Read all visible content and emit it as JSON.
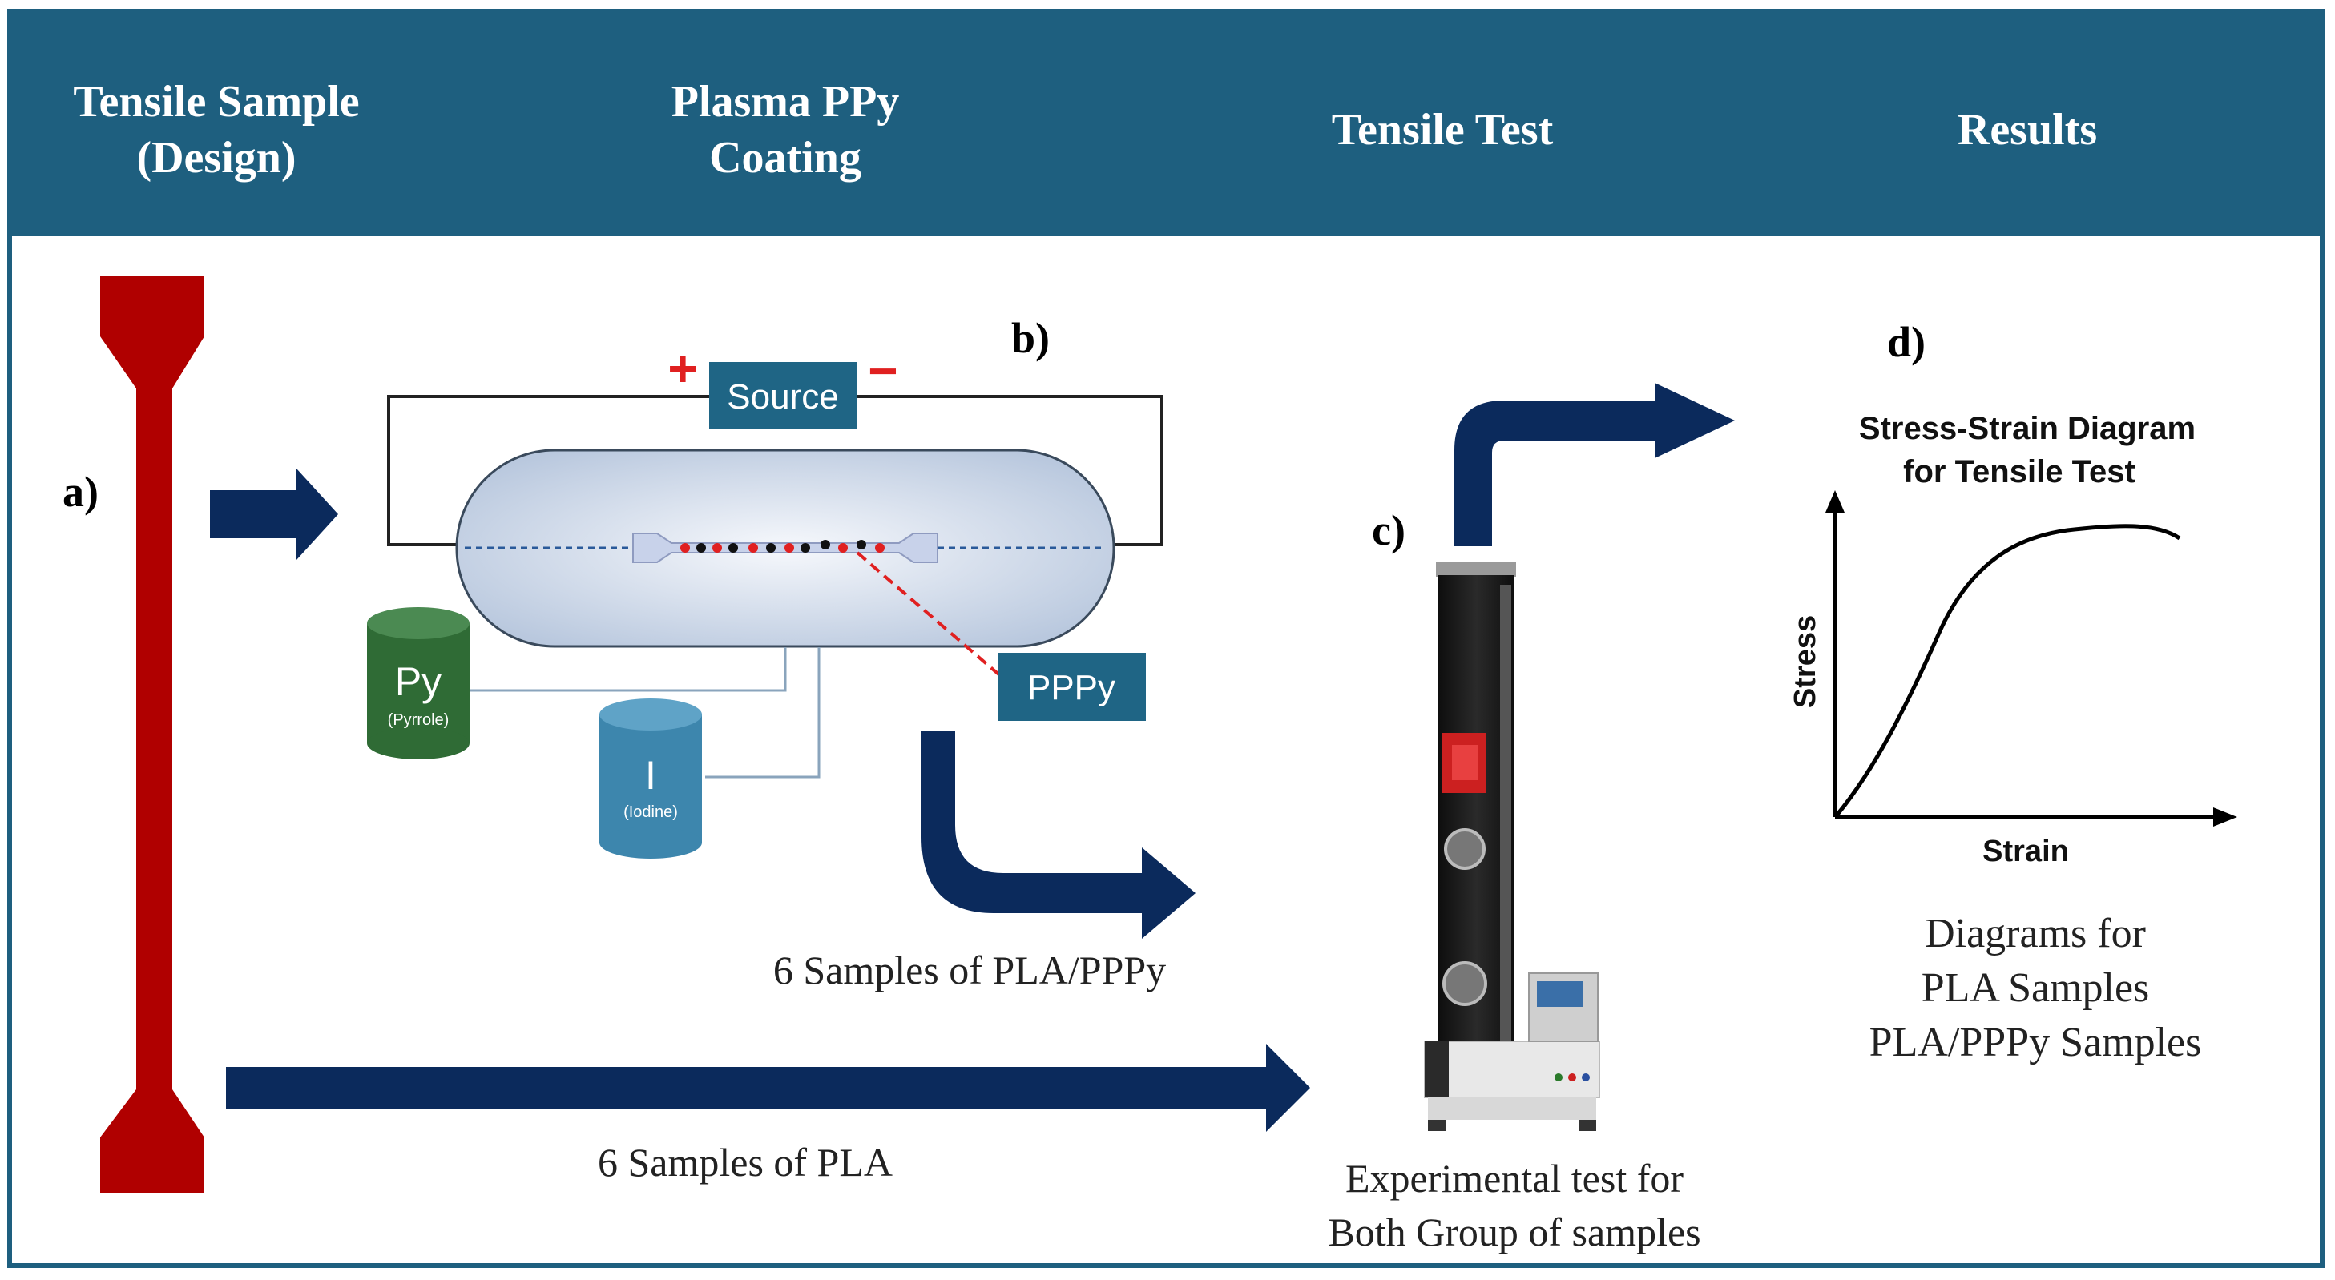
{
  "header": {
    "columns": [
      {
        "lines": [
          "Tensile Sample",
          "(Design)"
        ]
      },
      {
        "lines": [
          "Plasma PPy",
          "Coating"
        ]
      },
      {
        "lines": [
          "Tensile Test"
        ]
      },
      {
        "lines": [
          "Results"
        ]
      }
    ]
  },
  "labels": {
    "a": "a)",
    "b": "b)",
    "c": "c)",
    "d": "d)"
  },
  "plasma": {
    "source": "Source",
    "plus": "+",
    "minus": "−",
    "py": "Py",
    "py_sub": "(Pyrrole)",
    "iodine": "I",
    "iodine_sub": "(Iodine)",
    "pppy": "PPPy"
  },
  "captions": {
    "coated": "6 Samples of PLA/PPPy",
    "uncoated": "6 Samples of PLA",
    "test_line1": "Experimental test for",
    "test_line2": "Both Group of samples",
    "results_line1": "Diagrams for",
    "results_line2": "PLA Samples",
    "results_line3": "PLA/PPPy Samples"
  },
  "stress_strain": {
    "title_line1": "Stress-Strain Diagram",
    "title_line2": "for Tensile Test",
    "xlabel": "Strain",
    "ylabel": "Stress"
  },
  "colors": {
    "header_bg": "#1e5f7f",
    "navy": "#0b2a5c",
    "sample_red": "#b00000",
    "teal_box": "#1f6585",
    "py_green": "#2f6b35",
    "iodine_blue": "#3d86ad",
    "pppy_red": "#e02020"
  }
}
